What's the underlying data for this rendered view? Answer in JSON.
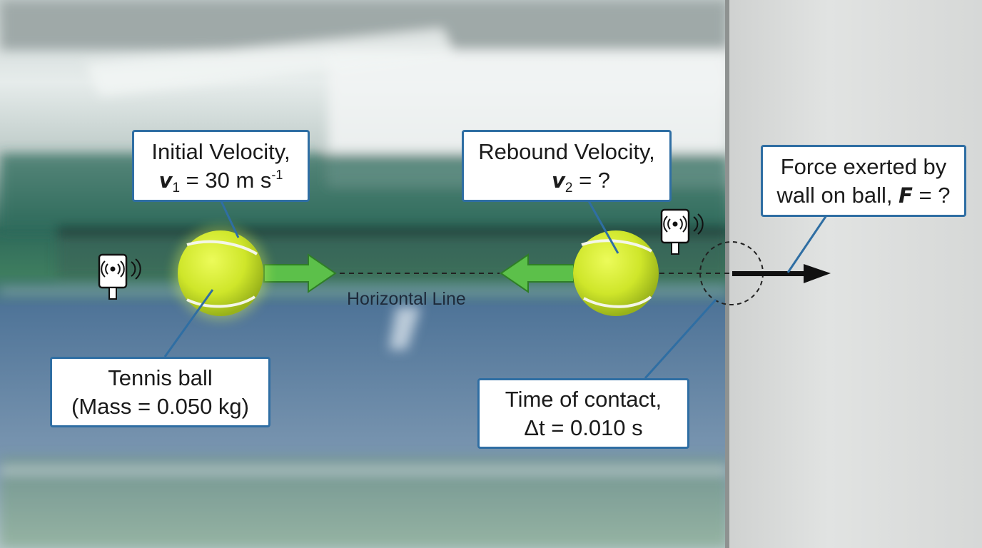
{
  "labels": {
    "initial_velocity": {
      "line1": "Initial Velocity,",
      "symbol": "v",
      "subscript": "1",
      "equals": " = 30 m s",
      "superscript": "-1"
    },
    "rebound_velocity": {
      "line1": "Rebound Velocity,",
      "symbol": "v",
      "subscript": "2",
      "equals": " = ?"
    },
    "force": {
      "line1": "Force exerted by",
      "prefix": "wall on ball, ",
      "symbol": "F",
      "equals": " = ?"
    },
    "tennis_ball": {
      "line1": "Tennis ball",
      "line2": "(Mass = 0.050 kg)"
    },
    "time_of_contact": {
      "line1": "Time of contact,",
      "line2": "Δt = 0.010 s"
    },
    "horizontal_line": "Horizontal Line"
  },
  "colors": {
    "callout_border": "#2f6ea3",
    "leader_line": "#2f6ea3",
    "velocity_arrow": "#5cc04a",
    "force_arrow": "#111111",
    "ball": "#d6ec2a",
    "wall": "#d9dbda",
    "court": "#4d6f95"
  },
  "icons": [
    "sensor-icon",
    "sensor-icon"
  ]
}
